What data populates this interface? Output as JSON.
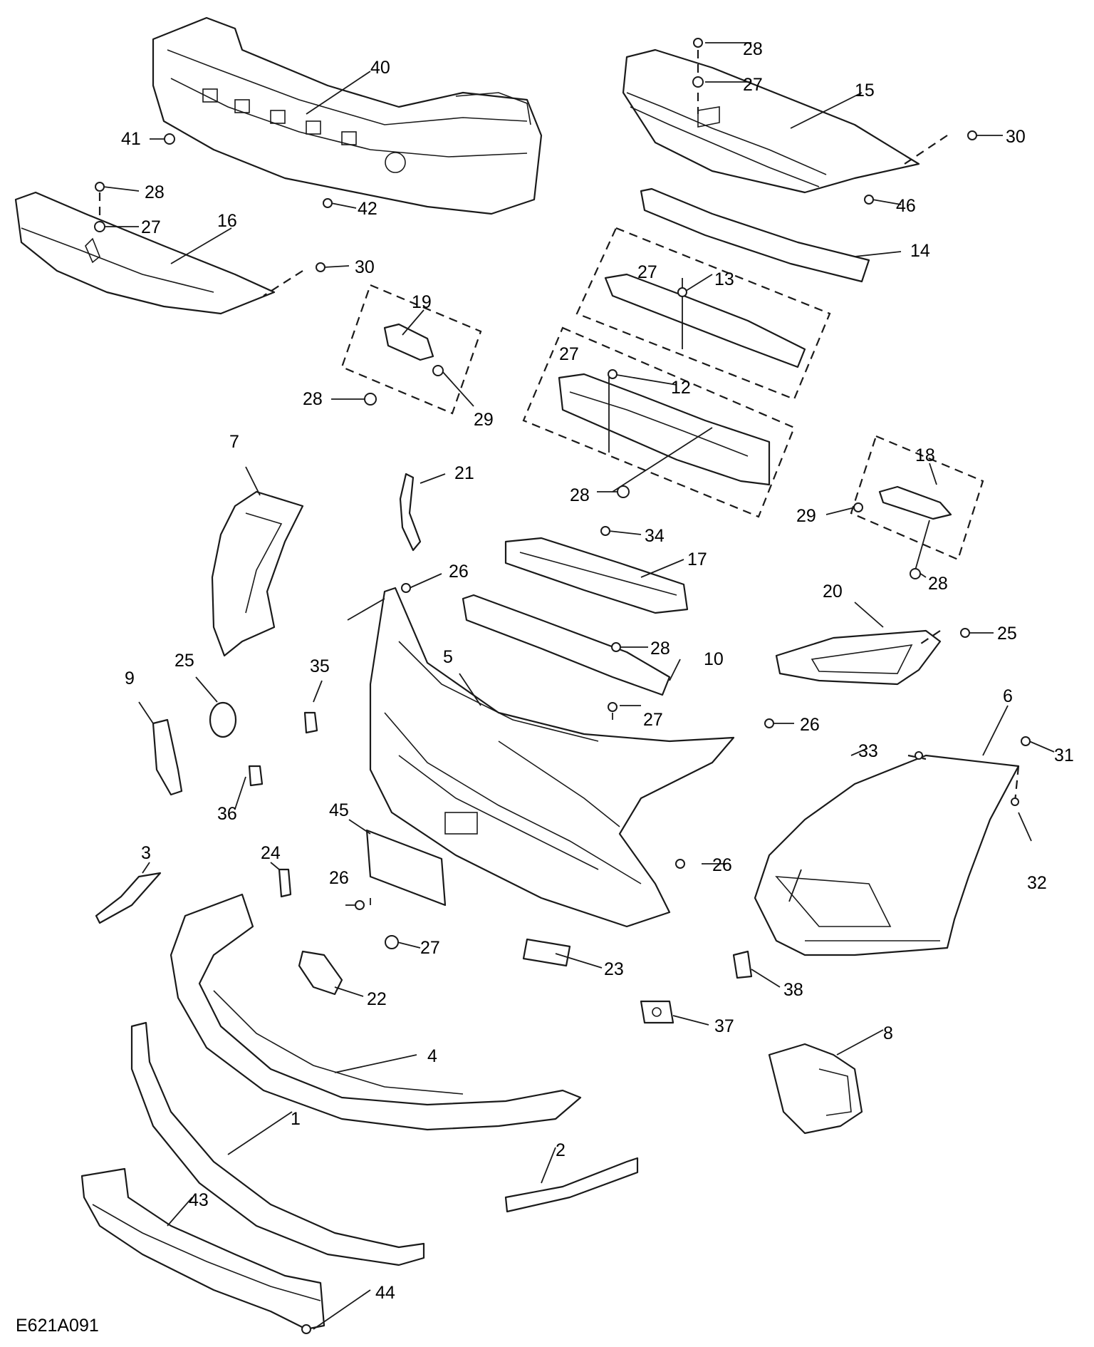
{
  "diagram": {
    "reference_code": "E621A091",
    "callouts": [
      "1",
      "2",
      "3",
      "4",
      "5",
      "6",
      "7",
      "8",
      "9",
      "10",
      "12",
      "13",
      "14",
      "15",
      "16",
      "17",
      "18",
      "19",
      "20",
      "21",
      "22",
      "23",
      "24",
      "25",
      "26",
      "27",
      "28",
      "29",
      "30",
      "31",
      "32",
      "33",
      "34",
      "35",
      "36",
      "37",
      "38",
      "40",
      "41",
      "42",
      "43",
      "44",
      "45",
      "46"
    ],
    "labels": {
      "c40": "40",
      "c41": "41",
      "c42": "42",
      "c28a": "28",
      "c27a": "27",
      "c15": "15",
      "c30a": "30",
      "c46": "46",
      "c28b": "28",
      "c27b": "27",
      "c16": "16",
      "c30b": "30",
      "c14": "14",
      "c27c": "27",
      "c13": "13",
      "c19": "19",
      "c28c": "28",
      "c29a": "29",
      "c27d": "27",
      "c12": "12",
      "c28d": "28",
      "c18": "18",
      "c29b": "29",
      "c28e": "28",
      "c7": "7",
      "c21": "21",
      "c34": "34",
      "c17": "17",
      "c26a": "26",
      "c20": "20",
      "c25a": "25",
      "c5": "5",
      "c28f": "28",
      "c10": "10",
      "c27e": "27",
      "c35": "35",
      "c9": "9",
      "c25b": "25",
      "c26b": "26",
      "c6": "6",
      "c31": "31",
      "c33": "33",
      "c36": "36",
      "c45": "45",
      "c3": "3",
      "c24": "24",
      "c26c": "26",
      "c26d": "26",
      "c32": "32",
      "c27f": "27",
      "c23": "23",
      "c38": "38",
      "c22": "22",
      "c37": "37",
      "c4": "4",
      "c8": "8",
      "c1": "1",
      "c2": "2",
      "c43": "43",
      "c44": "44"
    }
  }
}
